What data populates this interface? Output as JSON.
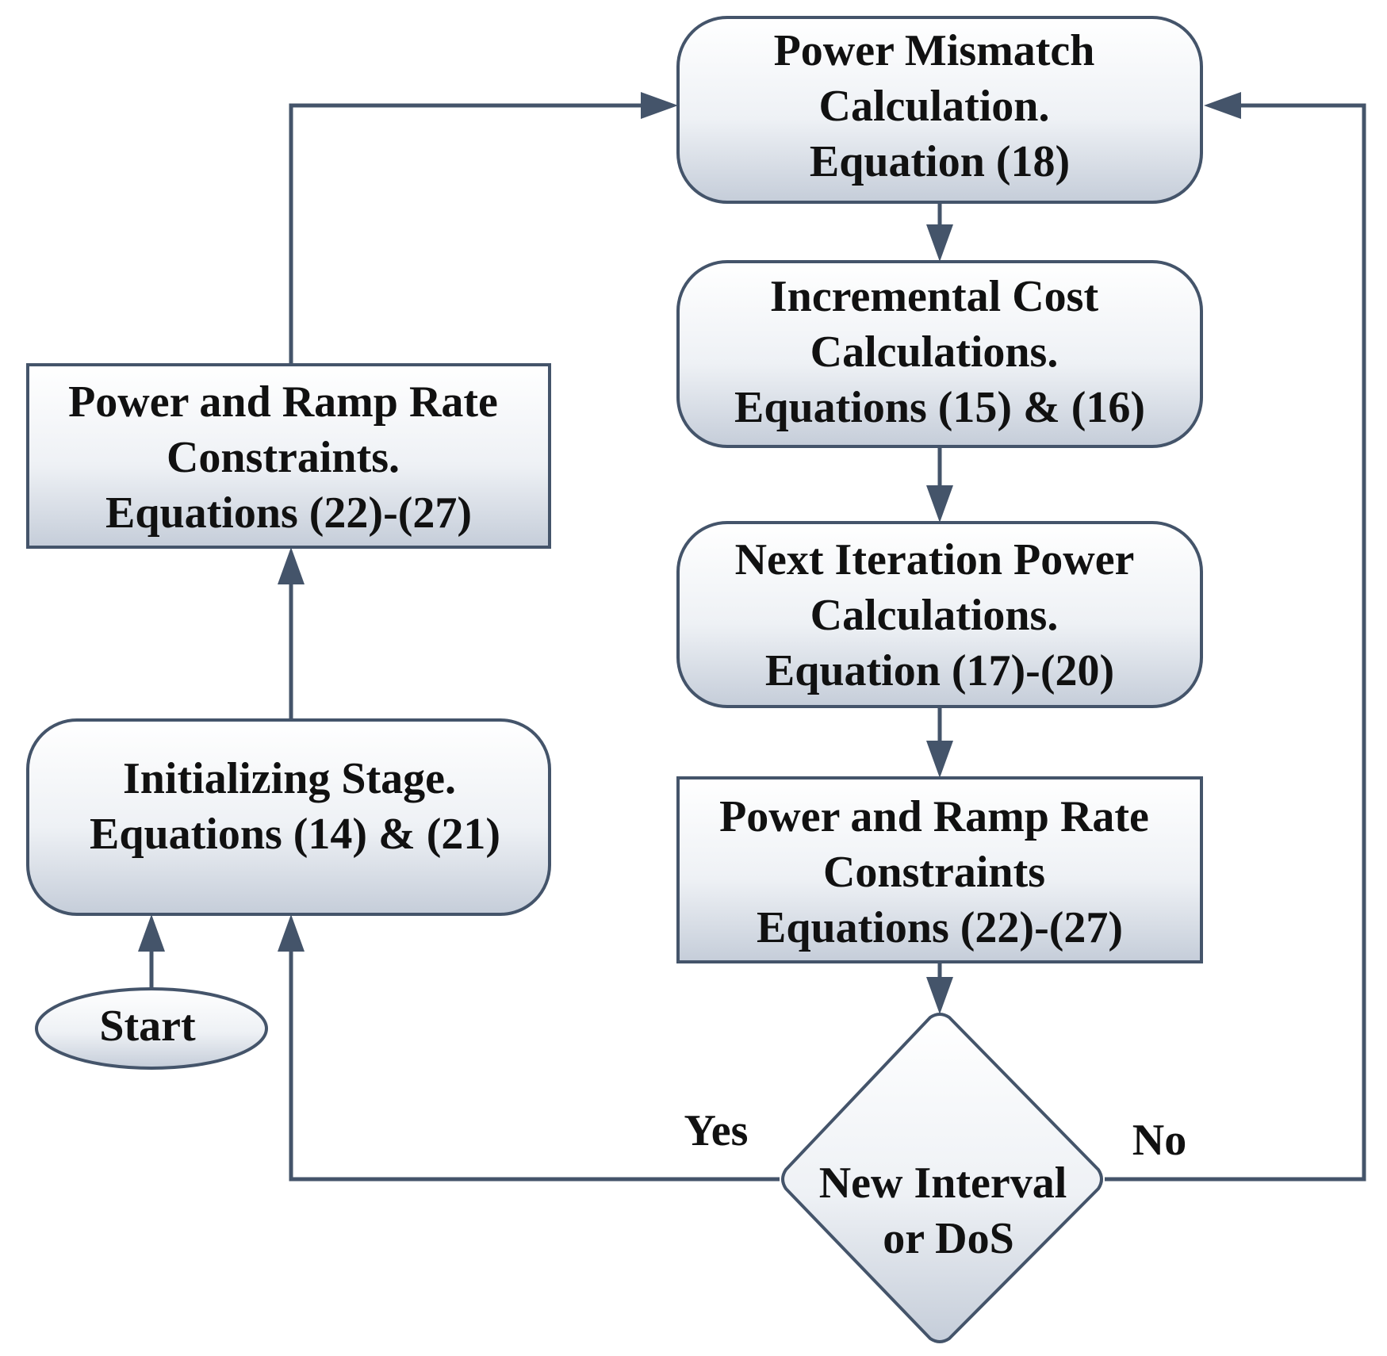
{
  "nodes": {
    "mismatch": {
      "shape": "rounded-rectangle",
      "lines": [
        "Power Mismatch",
        "Calculation.",
        "Equation (18)"
      ]
    },
    "incremental": {
      "shape": "rounded-rectangle",
      "lines": [
        "Incremental Cost",
        "Calculations.",
        "Equations (15) & (16)"
      ]
    },
    "next_iteration": {
      "shape": "rounded-rectangle",
      "lines": [
        "Next Iteration Power",
        "Calculations.",
        "Equation (17)-(20)"
      ]
    },
    "constraints_right": {
      "shape": "rectangle",
      "lines": [
        "Power and Ramp Rate",
        "Constraints",
        "Equations (22)-(27)"
      ]
    },
    "decision": {
      "shape": "diamond",
      "lines": [
        "New Interval",
        "or DoS"
      ]
    },
    "constraints_left": {
      "shape": "rectangle",
      "lines": [
        "Power and Ramp Rate",
        "Constraints.",
        "Equations (22)-(27)"
      ]
    },
    "initializing": {
      "shape": "rounded-rectangle",
      "lines": [
        "Initializing Stage.",
        "Equations (14) & (21)"
      ]
    },
    "start": {
      "shape": "ellipse",
      "lines": [
        "Start"
      ]
    }
  },
  "edges": [
    {
      "from": "start",
      "to": "initializing",
      "label": ""
    },
    {
      "from": "initializing",
      "to": "constraints_left",
      "label": ""
    },
    {
      "from": "constraints_left",
      "to": "mismatch",
      "label": ""
    },
    {
      "from": "mismatch",
      "to": "incremental",
      "label": ""
    },
    {
      "from": "incremental",
      "to": "next_iteration",
      "label": ""
    },
    {
      "from": "next_iteration",
      "to": "constraints_right",
      "label": ""
    },
    {
      "from": "constraints_right",
      "to": "decision",
      "label": ""
    },
    {
      "from": "decision",
      "to": "initializing",
      "label": "Yes"
    },
    {
      "from": "decision",
      "to": "mismatch",
      "label": "No"
    }
  ],
  "colors": {
    "stroke": "#44546a",
    "fill_light": "#ffffff",
    "fill_dark": "#c5cdd9",
    "text": "#111111"
  }
}
